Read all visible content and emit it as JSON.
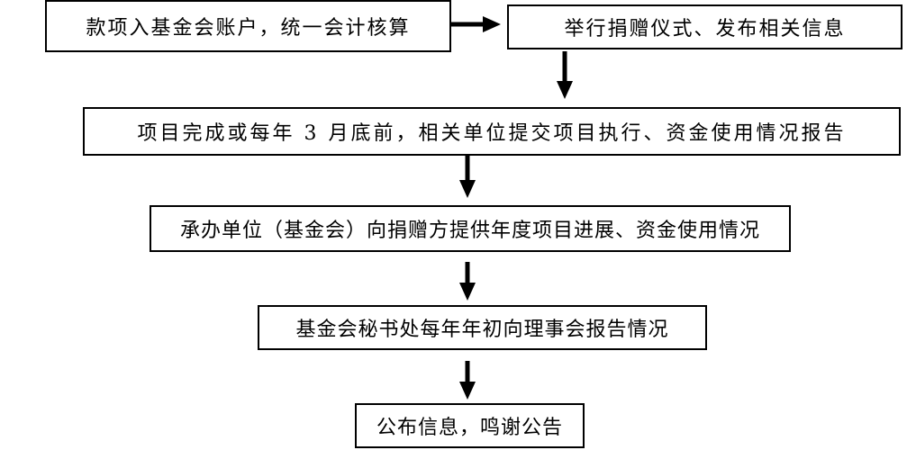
{
  "flowchart": {
    "steps": [
      "款项入基金会账户，统一会计核算",
      "举行捐赠仪式、发布相关信息",
      "项目完成或每年 3 月底前，相关单位提交项目执行、资金使用情况报告",
      "承办单位（基金会）向捐赠方提供年度项目进展、资金使用情况",
      "基金会秘书处每年年初向理事会报告情况",
      "公布信息，鸣谢公告"
    ]
  }
}
